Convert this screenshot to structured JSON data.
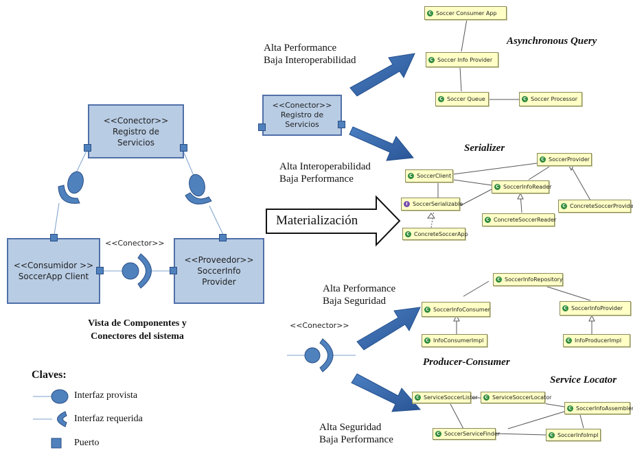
{
  "left_diagram": {
    "registro": {
      "stereotype": "<<Conector>>",
      "line1": "Registro de",
      "line2": "Servicios"
    },
    "consumidor": {
      "stereotype": "<<Consumidor >>",
      "line1": "SoccerApp Client"
    },
    "proveedor": {
      "stereotype": "<<Proveedor>>",
      "line1": "SoccerInfo",
      "line2": "Provider"
    },
    "conector_label": "<<Conector>>",
    "caption_line1": "Vista de Componentes y",
    "caption_line2": "Conectores del sistema"
  },
  "legend": {
    "title": "Claves:",
    "items": [
      "Interfaz provista",
      "Interfaz requerida",
      "Puerto"
    ]
  },
  "center": {
    "registro": {
      "stereotype": "<<Conector>>",
      "line1": "Registro de",
      "line2": "Servicios"
    },
    "label_top_1": "Alta Performance",
    "label_top_2": "Baja Interoperabilidad",
    "label_mid_1": "Alta Interoperabilidad",
    "label_mid_2": "Baja Performance",
    "materializacion": "Materialización",
    "conector2_label": "<<Conector>>",
    "label_low_1": "Alta Performance",
    "label_low_2": "Baja Seguridad",
    "label_bottom_1": "Alta Seguridad",
    "label_bottom_2": "Baja Performance"
  },
  "patterns": {
    "async": {
      "title": "Asynchronous Query",
      "classes": [
        "Soccer Consumer App",
        "Soccer Info Provider",
        "Soccer Queue",
        "Soccer Processor"
      ]
    },
    "serializer": {
      "title": "Serializer",
      "classes": [
        "SoccerClient",
        "SoccerProvider",
        "SoccerInfoReader",
        "SoccerSerializable",
        "ConcreteSoccerProvider",
        "ConcreteSoccerReader",
        "ConcreteSoccerApp"
      ]
    },
    "producer": {
      "title": "Producer-Consumer",
      "classes": [
        "SoccerInfoRepository",
        "SoccerInfoConsumer",
        "SoccerInfoProvider",
        "InfoConsumerImpl",
        "InfoProducerImpl"
      ]
    },
    "locator": {
      "title": "Service Locator",
      "classes": [
        "ServiceSoccerLister",
        "ServiceSoccerLocator",
        "SoccerInfoAssembler",
        "SoccerServiceFinder",
        "SoccerInfoImpl"
      ]
    }
  },
  "colors": {
    "component_fill": "#b8cce4",
    "component_border": "#4f6fa8",
    "port": "#4f81bd",
    "arrow": "#2e5e9e",
    "class_fill": "#ffffc6"
  }
}
